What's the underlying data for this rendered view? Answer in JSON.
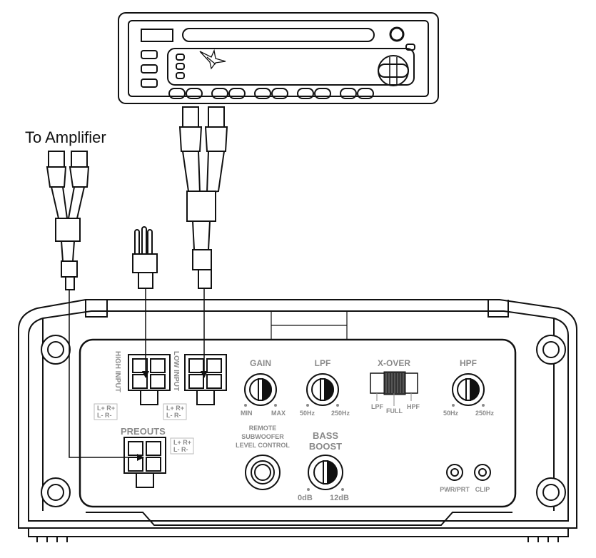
{
  "caption": "To Amplifier",
  "amplifier": {
    "inputs": {
      "high_input": "HIGH INPUT",
      "low_input": "LOW INPUT",
      "preouts": "PREOUTS"
    },
    "polarity": {
      "top": "L+ R+",
      "bottom": "L- R-"
    },
    "gain": {
      "title": "GAIN",
      "min": "MIN",
      "max": "MAX"
    },
    "lpf": {
      "title": "LPF",
      "min": "50Hz",
      "max": "250Hz"
    },
    "xover": {
      "title": "X-OVER",
      "left": "LPF",
      "middle": "FULL",
      "right": "HPF"
    },
    "hpf": {
      "title": "HPF",
      "min": "50Hz",
      "max": "250Hz"
    },
    "remote": {
      "line1": "REMOTE",
      "line2": "SUBWOOFER",
      "line3": "LEVEL CONTROL"
    },
    "bass_boost": {
      "line1": "BASS",
      "line2": "BOOST",
      "min": "0dB",
      "max": "12dB"
    },
    "leds": {
      "power": "PWR/PRT",
      "clip": "CLIP"
    }
  },
  "icons": [
    "head-unit-icon",
    "rca-plug-icon",
    "molex-connector-icon",
    "knob-icon",
    "led-icon",
    "mount-hole-icon"
  ]
}
